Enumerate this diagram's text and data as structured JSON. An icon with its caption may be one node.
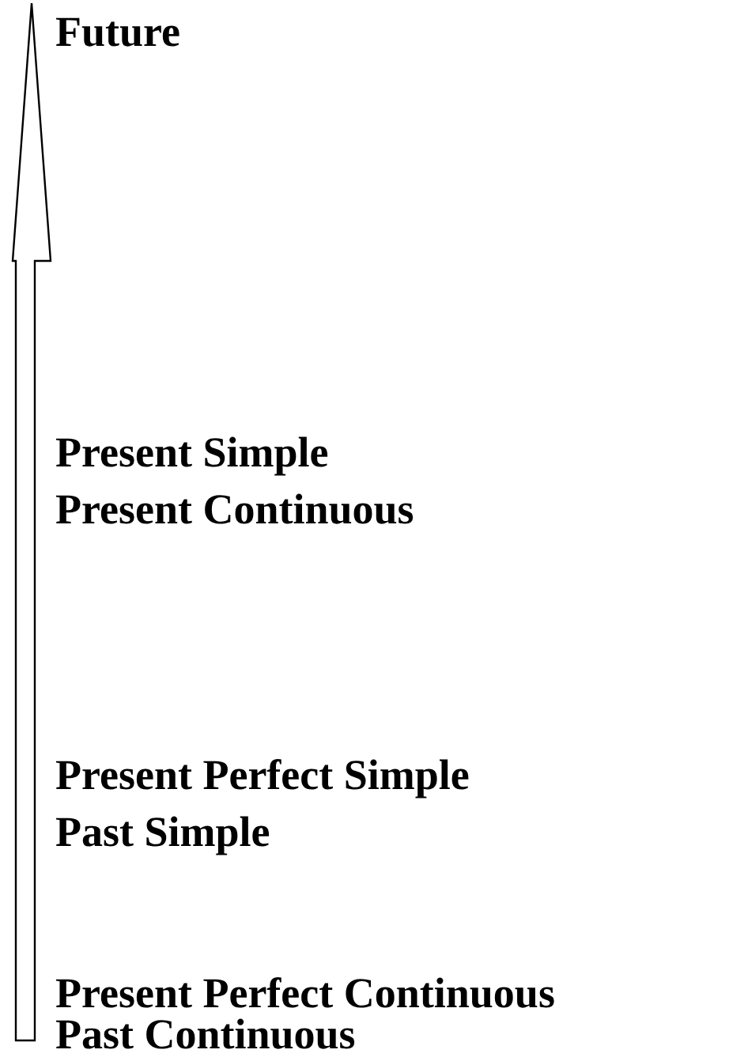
{
  "diagram": {
    "labels": [
      "Future",
      "Present Simple",
      "Present Continuous",
      "Present Perfect Simple",
      "Past Simple",
      "Present Perfect Continuous",
      "Past Continuous"
    ]
  }
}
